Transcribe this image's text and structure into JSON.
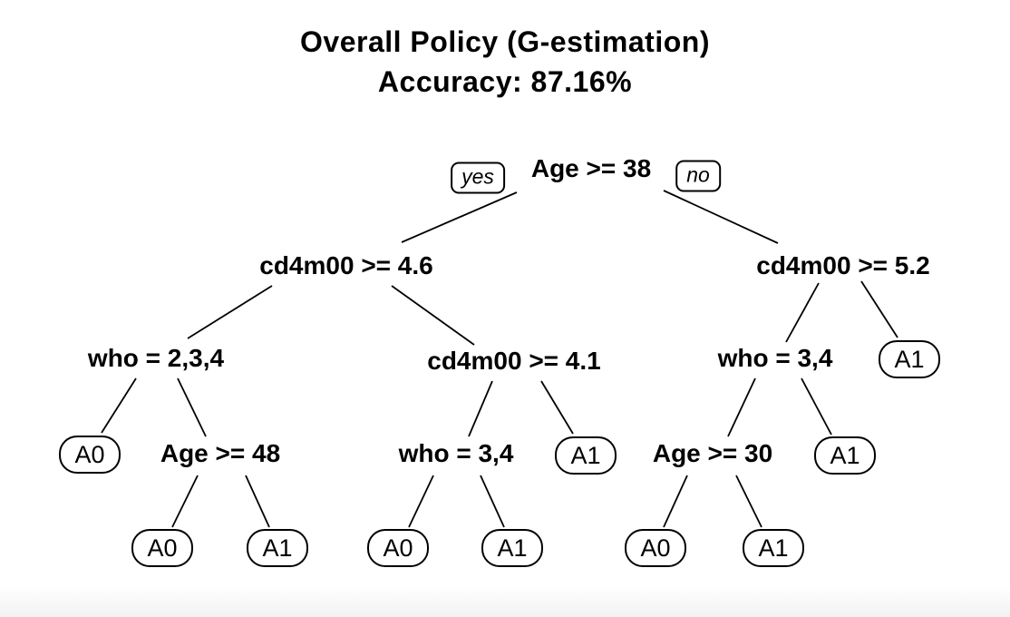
{
  "title": {
    "line1": "Overall Policy (G-estimation)",
    "line2": "Accuracy: 87.16%"
  },
  "chart_data": {
    "type": "decision-tree",
    "title": "Overall Policy (G-estimation)",
    "subtitle": "Accuracy: 87.16%",
    "accuracy_percent": 87.16,
    "branch_convention": "left = yes, right = no"
  },
  "tree": {
    "root": {
      "label": "Age >= 38",
      "yes_label": "yes",
      "no_label": "no",
      "yes": {
        "label": "cd4m00 >= 4.6",
        "yes": {
          "label": "who = 2,3,4",
          "yes": {
            "label": "A0",
            "leaf": true
          },
          "no": {
            "label": "Age >= 48",
            "yes": {
              "label": "A0",
              "leaf": true
            },
            "no": {
              "label": "A1",
              "leaf": true
            }
          }
        },
        "no": {
          "label": "cd4m00 >= 4.1",
          "yes": {
            "label": "who = 3,4",
            "yes": {
              "label": "A0",
              "leaf": true
            },
            "no": {
              "label": "A1",
              "leaf": true
            }
          },
          "no": {
            "label": "A1",
            "leaf": true
          }
        }
      },
      "no": {
        "label": "cd4m00 >= 5.2",
        "yes": {
          "label": "who = 3,4",
          "yes": {
            "label": "Age >= 30",
            "yes": {
              "label": "A0",
              "leaf": true
            },
            "no": {
              "label": "A1",
              "leaf": true
            }
          },
          "no": {
            "label": "A1",
            "leaf": true
          }
        },
        "no": {
          "label": "A1",
          "leaf": true
        }
      }
    }
  },
  "colors": {
    "text": "#000000",
    "background": "#ffffff",
    "node_border": "#000000"
  }
}
